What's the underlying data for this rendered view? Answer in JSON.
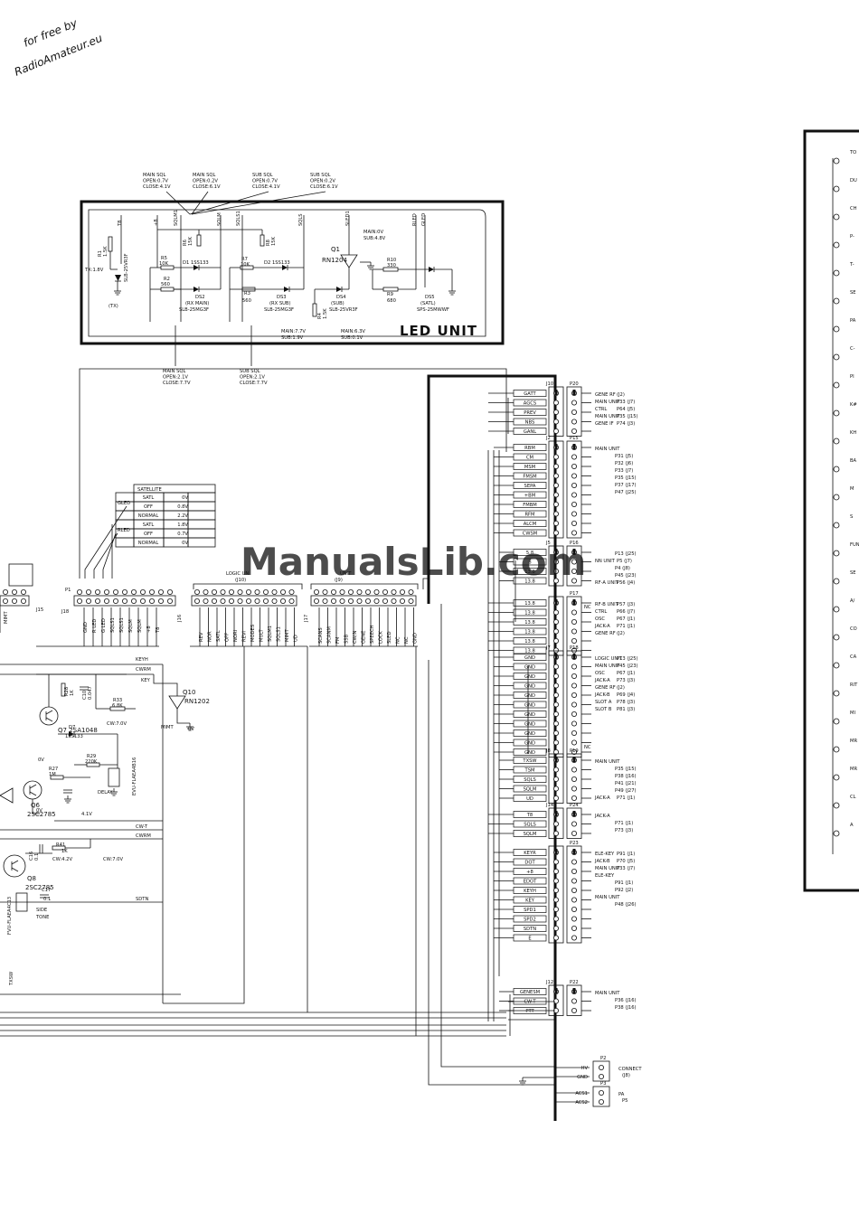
{
  "watermark_corner": [
    "for free by",
    "RadioAmateur.eu"
  ],
  "watermark_center": "ManualsLib.com",
  "led_unit": {
    "title": "LED UNIT",
    "notes_top": [
      [
        "MAIN SQL",
        "OPEN:0.7V",
        "CLOSE:4.1V"
      ],
      [
        "MAIN SQL",
        "OPEN:0.2V",
        "CLOSE:6.1V"
      ],
      [
        "SUB SQL",
        "OPEN:0.7V",
        "CLOSE:4.1V"
      ],
      [
        "SUB SQL",
        "OPEN:0.2V",
        "CLOSE:6.1V"
      ]
    ],
    "notes_bottom": [
      [
        "MAIN SQL",
        "OPEN:2.1V",
        "CLOSE:7.7V"
      ],
      [
        "SUB SQL",
        "OPEN:2.1V",
        "CLOSE:7.7V"
      ]
    ],
    "net_labels": [
      "T8",
      "+8",
      "SQLM1",
      "SQLM",
      "SQLS1",
      "SQLS",
      "SLED1",
      "RLED",
      "GLED"
    ],
    "components": [
      [
        "R1",
        "1.5K"
      ],
      [
        "R5",
        "10K"
      ],
      [
        "R6",
        "15K"
      ],
      [
        "R2",
        "560"
      ],
      [
        "R7",
        "10K"
      ],
      [
        "R8",
        "15K"
      ],
      [
        "R3",
        "560"
      ],
      [
        "R4",
        "1.5K"
      ],
      [
        "R10",
        "330"
      ],
      [
        "R9",
        "680"
      ],
      [
        "D1",
        "1SS133"
      ],
      [
        "D2",
        "1SS133"
      ],
      [
        "Q1",
        "RN1204"
      ]
    ],
    "leds": [
      [
        "DS1",
        "SLB-25VR3F",
        "(TX)"
      ],
      [
        "DS2",
        "(RX MAIN)",
        "SLB-25MG3F"
      ],
      [
        "DS3",
        "(RX SUB)",
        "SLB-25MG3F"
      ],
      [
        "DS4",
        "(SUB)",
        "SLB-25VR3F"
      ],
      [
        "DS5",
        "(SATL)",
        "SPS-25MWWF"
      ]
    ],
    "voltages": [
      "TX:1.8V",
      "MAIN:0V",
      "SUB:4.8V",
      "MAIN:7.7V",
      "SUB:1.9V",
      "MAIN:6.3V",
      "SUB:0.1V"
    ]
  },
  "satellite_table": {
    "header": "SATELLITE",
    "rows": [
      [
        "GLED",
        "SATL",
        "0V"
      ],
      [
        "",
        "OFF",
        "0.8V"
      ],
      [
        "",
        "NORMAL",
        "2.2V"
      ],
      [
        "RLED",
        "SATL",
        "1.8V"
      ],
      [
        "",
        "OFF",
        "0.7V"
      ],
      [
        "",
        "NORMAL",
        "0V"
      ]
    ]
  },
  "lower_bus": {
    "p1_label": "P1",
    "j15_label": "J15",
    "j18_label": "J18",
    "j16_label": "J16",
    "j17_label": "J17",
    "mimt_label": "MIMT",
    "logic_unit": [
      "LOGIC UN",
      "(J10)"
    ],
    "j9_unit": [
      "UNIT",
      "(J9)"
    ],
    "p1_pins": [
      "GND",
      "R LED",
      "G LED",
      "SQLS1",
      "SQLS1",
      "SQLM",
      "SQLM",
      "+8",
      "T8"
    ],
    "j16_pins": [
      "REV",
      "NOR",
      "SATL",
      "OFF",
      "NORI",
      "REVI",
      "MODES",
      "MULT",
      "SQLM1",
      "SQLS1",
      "MIMT",
      "UD"
    ],
    "j17_pins": [
      "SCANS",
      "SCANM",
      "FM",
      "SSB",
      "CW/N",
      "GENE",
      "SPEECH",
      "LOCK",
      "SLED",
      "NC",
      "NC",
      "GND"
    ]
  },
  "keyer_circuit": {
    "labels": [
      "KEYH",
      "CWRM",
      "KEY",
      "CW-T",
      "CWRM",
      "SDTN",
      "TXSW",
      "DELAY",
      "SIDE",
      "TONE",
      "MIMT",
      "0V",
      "0V",
      "4.1V",
      "CW:7.0V",
      "CW:4.2V",
      "CW:7.0V"
    ],
    "components": [
      [
        "Q10",
        "RN1202"
      ],
      [
        "Q7",
        "2SA1048"
      ],
      [
        "Q6",
        "2SC2785"
      ],
      [
        "Q8",
        "2SC2785"
      ],
      [
        "R28",
        "1K"
      ],
      [
        "C10",
        "0.047"
      ],
      [
        "R33",
        "6.8K"
      ],
      [
        "D7",
        "1SS133"
      ],
      [
        "R27",
        "1M"
      ],
      [
        "R29",
        "220K"
      ],
      [
        "R41",
        "1K"
      ],
      [
        "C16",
        "0.1"
      ],
      [
        "C17",
        "0.1"
      ],
      [
        "EVU-FLAEA4B16",
        ""
      ],
      [
        "FVU-FLAEA4C13",
        ""
      ]
    ]
  },
  "connector_blocks": [
    {
      "j": "J10",
      "p": "P20",
      "pins": [
        "GATT",
        "AGCS",
        "PREV",
        "NBS",
        "GANL"
      ],
      "refs": [
        [
          "GENE RF",
          "(J2)"
        ],
        [
          "MAIN UNIT",
          "P33 (J7)"
        ],
        [
          "CTRL",
          "P64 (J5)"
        ],
        [
          "MAIN UNIT",
          "P35 (J15)"
        ],
        [
          "GENE IF",
          "P74 (J3)"
        ]
      ]
    },
    {
      "j": "J2",
      "p": "P15",
      "pins": [
        "RBM",
        "CM",
        "MSM",
        "FMSM",
        "SEPA",
        "+BM",
        "FMBM",
        "RFM",
        "ALCM",
        "CWSM"
      ],
      "refs": [
        [
          "MAIN UNIT",
          ""
        ],
        [
          "",
          "P31 (J5)"
        ],
        [
          "",
          "P32 (J6)"
        ],
        [
          "",
          "P33 (J7)"
        ],
        [
          "",
          "P35 (J15)"
        ],
        [
          "",
          "P37 (J17)"
        ],
        [
          "",
          "P47 (J25)"
        ]
      ]
    },
    {
      "j": "J5",
      "p": "P16",
      "pins": [
        "5.8",
        "8",
        "13.8",
        "13.8"
      ],
      "refs": [
        [
          "",
          "P13 (J25)"
        ],
        [
          "NN UNIT",
          "P5 (J7)"
        ],
        [
          "",
          "P4 (J8)"
        ],
        [
          "",
          "P45 (J23)"
        ],
        [
          "RF-A UNIT",
          "P56 (J4)"
        ]
      ]
    },
    {
      "j": "",
      "p": "P17",
      "pins": [
        "13.8",
        "13.8",
        "13.8",
        "13.8",
        "13.8",
        "13.8"
      ],
      "refs": [
        [
          "RF-B UNIT",
          "P57 (J3)"
        ],
        [
          "CTRL",
          "P66 (J7)"
        ],
        [
          "OSC",
          "P67 (J1)"
        ],
        [
          "JACK-A",
          "P71 (J1)"
        ],
        [
          "GENE RF",
          "(J2)"
        ]
      ]
    },
    {
      "j": "J7",
      "p": "P18",
      "pins": [
        "GND",
        "GND",
        "GND",
        "GND",
        "GND",
        "GND",
        "GND",
        "GND",
        "GND",
        "GND",
        "GND"
      ],
      "refs": [
        [
          "LOGIC UNIT",
          "P13 (J25)"
        ],
        [
          "MAIN UNIT",
          "P45 (J23)"
        ],
        [
          "OSC",
          "P67 (J1)"
        ],
        [
          "JACK-A",
          "P73 (J3)"
        ],
        [
          "GENE RF",
          "(J2)"
        ],
        [
          "JACK-B",
          "P69 (J4)"
        ],
        [
          "SLOT A",
          "P78 (J3)"
        ],
        [
          "SLOT B",
          "P81 (J3)"
        ]
      ]
    },
    {
      "j": "J8",
      "p": "P19",
      "pins": [
        "TXSW",
        "TSM",
        "SQLS",
        "SQLM",
        "UD"
      ],
      "refs": [
        [
          "MAIN UNIT",
          ""
        ],
        [
          "",
          "P35 (J15)"
        ],
        [
          "",
          "P38 (J16)"
        ],
        [
          "",
          "P41 (J21)"
        ],
        [
          "",
          "P49 (J27)"
        ],
        [
          "JACK-A",
          "P71 (J1)"
        ]
      ]
    },
    {
      "j": "J14",
      "p": "P24",
      "pins": [
        "T8",
        "SQLS",
        "SQLM"
      ],
      "refs": [
        [
          "JACK-A",
          ""
        ],
        [
          "",
          "P71 (J1)"
        ],
        [
          "",
          "P73 (J3)"
        ]
      ]
    },
    {
      "j": "",
      "p": "P23",
      "pins": [
        "KEYR",
        "DOT",
        "+8",
        "EDOT",
        "KEYH",
        "KEY",
        "SPD1",
        "SPD2",
        "SDTN",
        "E"
      ],
      "refs": [
        [
          "ELE-KEY",
          "P91 (J1)"
        ],
        [
          "JACK-B",
          "P70 (J5)"
        ],
        [
          "MAIN UNIT",
          "P33 (J7)"
        ],
        [
          "ELE-KEY",
          ""
        ],
        [
          "",
          "P91 (J1)"
        ],
        [
          "",
          "P92 (J2)"
        ],
        [
          "MAIN UNIT",
          ""
        ],
        [
          "",
          "P48 (J26)"
        ]
      ]
    },
    {
      "j": "J12",
      "p": "P22",
      "pins": [
        "GENESM",
        "CW-T",
        "PTT"
      ],
      "refs": [
        [
          "MAIN UNIT",
          ""
        ],
        [
          "",
          "P36 (J16)"
        ],
        [
          "",
          "P38 (J16)"
        ]
      ]
    }
  ],
  "nc_label": "NC",
  "bottom_connectors": [
    {
      "p": "P2",
      "pins": [
        "HV",
        "GND"
      ],
      "ref": [
        "CONNECT",
        "(J8)"
      ]
    },
    {
      "p": "P3",
      "pins": [
        "ACS1",
        "ACS2"
      ],
      "ref": [
        "PA",
        "P5"
      ]
    }
  ],
  "right_panel_labels": [
    "TO",
    "DU",
    "CH",
    "P-",
    "T-",
    "SE",
    "PA",
    "C-",
    "PI",
    "K#",
    "KH",
    "BA",
    "M",
    "S",
    "FUN",
    "SE",
    "A/",
    "CO",
    "CA",
    "RIT",
    "MI",
    "MR",
    "MR",
    "CL",
    "A"
  ]
}
